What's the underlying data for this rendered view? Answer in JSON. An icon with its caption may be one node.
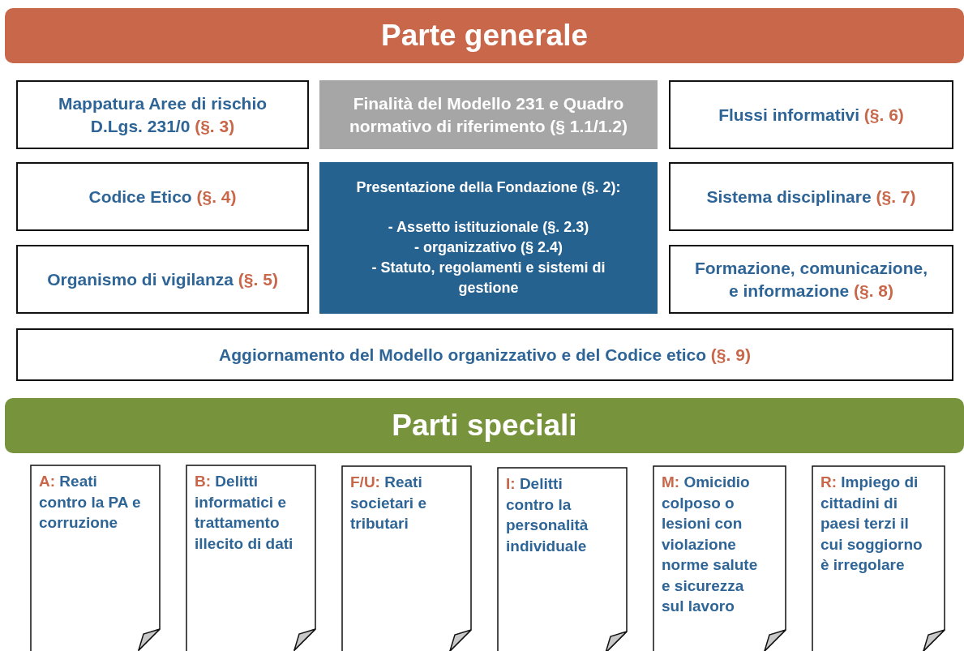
{
  "diagram": {
    "nodes": [
      {
        "text": [
          "Parte generale"
        ]
      },
      {
        "text": [
          "Mappatura Aree di rischio D.Lgs. 231/0",
          "(§. 3)"
        ]
      },
      {
        "text": [
          "Finalità del Modello 231 e Quadro normativo di riferimento (§ 1.1/1.2)"
        ]
      },
      {
        "text": [
          "Flussi informativi",
          "(§. 6)"
        ]
      },
      {
        "text": [
          "Codice Etico",
          "(§. 4)"
        ]
      },
      {
        "text": [
          "Presentazione della Fondazione (§. 2):",
          "- Assetto istituzionale (§. 2.3)",
          "- organizzativo (§ 2.4)",
          "- Statuto, regolamenti e sistemi di gestione"
        ]
      },
      {
        "text": [
          "Sistema disciplinare",
          "(§. 7)"
        ]
      },
      {
        "text": [
          "Organismo di vigilanza",
          "(§. 5)"
        ]
      },
      {
        "text": [
          "Formazione, comunicazione, e informazione",
          "(§. 8)"
        ]
      },
      {
        "text": [
          "Aggiornamento del Modello organizzativo e del Codice etico",
          "(§. 9)"
        ]
      },
      {
        "text": [
          "Parti speciali"
        ]
      },
      {
        "text": [
          "A:",
          "Reati contro la PA e corruzione"
        ]
      },
      {
        "text": [
          "B:",
          "Delitti informatici e trattamento illecito di dati"
        ]
      },
      {
        "text": [
          "F/U:",
          "Reati societari e tributari"
        ]
      },
      {
        "text": [
          "I:",
          "Delitti contro la personalità individuale"
        ]
      },
      {
        "text": [
          "M:",
          "Omicidio colposo o lesioni con violazione norme salute e sicurezza sul lavoro"
        ]
      },
      {
        "text": [
          "R:",
          "Impiego di cittadini di paesi terzi il cui soggiorno è irregolare"
        ]
      }
    ]
  }
}
